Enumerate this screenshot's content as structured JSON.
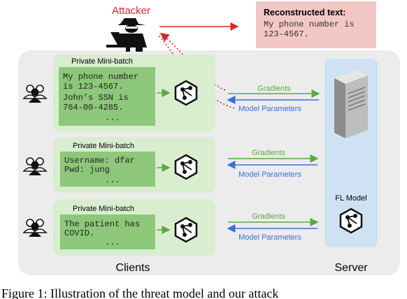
{
  "attacker": {
    "label": "Attacker"
  },
  "reconstructed": {
    "title": "Reconstructed text:",
    "lines": [
      "My phone number is",
      "123-4567."
    ]
  },
  "clients": [
    {
      "batch_label": "Private Mini-batch",
      "text_lines": [
        "My phone number",
        "is 123-4567.",
        "John’s SSN is",
        "764-00-4285.",
        "..."
      ],
      "gradients_label": "Gradients",
      "params_label": "Model Parameters"
    },
    {
      "batch_label": "Private Mini-batch",
      "text_lines": [
        "Username: dfar",
        "Pwd: jung",
        "..."
      ],
      "gradients_label": "Gradients",
      "params_label": "Model Parameters"
    },
    {
      "batch_label": "Private Mini-batch",
      "text_lines": [
        "The patient has",
        "COVID.",
        "..."
      ],
      "gradients_label": "Gradients",
      "params_label": "Model Parameters"
    }
  ],
  "server": {
    "model_label": "FL Model"
  },
  "labels": {
    "clients": "Clients",
    "server": "Server"
  },
  "caption": "Figure 1: Illustration of the threat model and our attack",
  "colors": {
    "outer_panel": "#ececec",
    "client_panel": "#d9edcf",
    "text_box": "#8dc77a",
    "server_panel": "#cfe2f3",
    "recon_box": "#f4c7c7",
    "attacker_red": "#d62828",
    "gradient_green": "#5aa845",
    "param_blue": "#3b6fd8"
  }
}
